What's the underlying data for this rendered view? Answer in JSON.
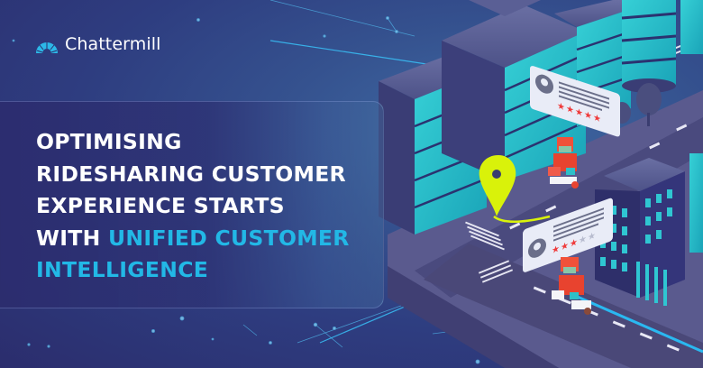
{
  "brand": {
    "logo_icon": "chattermill-arch-icon",
    "name": "Chattermill",
    "accent_color": "#22b8e6"
  },
  "headline": {
    "line1": "OPTIMISING",
    "line2": "RIDESHARING CUSTOMER",
    "line3": "EXPERIENCE STARTS",
    "line4_white": "WITH",
    "line4_accent": "UNIFIED CUSTOMER",
    "line5_accent": "INTELLIGENCE",
    "text_color": "#ffffff"
  },
  "illustration": {
    "description": "Isometric city with teal-windowed buildings, roads, a yellow map pin with route, and two scooter riders",
    "review_cards": [
      {
        "icon": "user-avatar-icon",
        "stars_filled": 5,
        "stars_total": 5,
        "star_color": "#ef3b3b"
      },
      {
        "icon": "user-avatar-icon",
        "stars_filled": 3,
        "stars_total": 5,
        "star_color": "#ef3b3b"
      }
    ],
    "map_pin_color": "#d9f20a",
    "rider_color": "#f0513a"
  }
}
